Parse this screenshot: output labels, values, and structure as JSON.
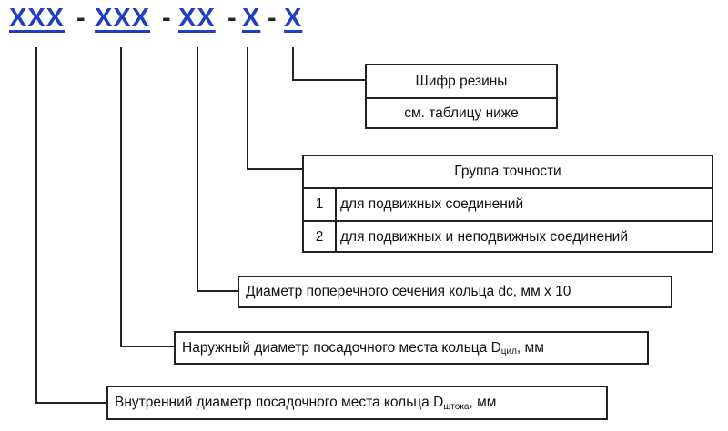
{
  "code": {
    "seg1": "XXX",
    "seg2": "XXX",
    "seg3": "XX",
    "seg4": "X",
    "seg5": "X",
    "dash": "-"
  },
  "rubber": {
    "title": "Шифр резины",
    "note": "см. таблицу ниже"
  },
  "accuracy": {
    "title": "Группа точности",
    "rows": [
      {
        "num": "1",
        "text": "для подвижных соединений"
      },
      {
        "num": "2",
        "text": "для подвижных и неподвижных соединений"
      }
    ]
  },
  "labels": {
    "cross_section": "Диаметр поперечного сечения кольца dc, мм х 10",
    "outer_main": "Наружный диаметр посадочного места кольца D",
    "outer_sub": "цил",
    "outer_unit": ", мм",
    "inner_main": "Внутренний диаметр посадочного места кольца D",
    "inner_sub": "штока",
    "inner_unit": ", мм"
  }
}
